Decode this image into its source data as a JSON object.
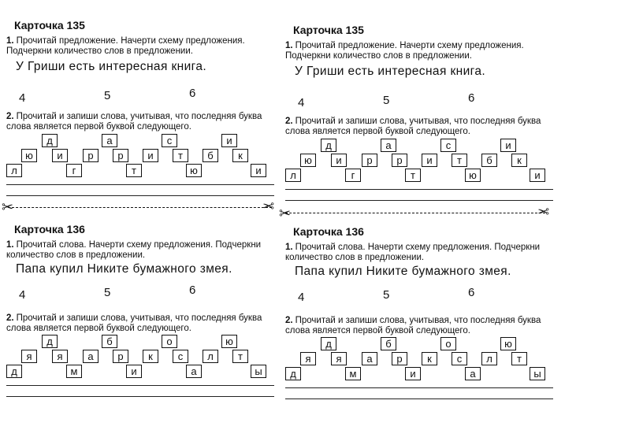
{
  "cards": [
    {
      "title": "Карточка 135",
      "task1": {
        "num": "1.",
        "text": "Прочитай предложение. Начерти схему предложения. Подчеркни количество слов в предложении."
      },
      "sentence": "У Гриши есть интересная книга.",
      "numbers": [
        "4",
        "5",
        "6"
      ],
      "task2": {
        "num": "2.",
        "text": "Прочитай и запиши слова, учитывая, что последняя буква слова является первой буквой следующего."
      },
      "letters_top": [
        "д",
        "а",
        "с",
        "и"
      ],
      "letters_mid": [
        "ю",
        "и",
        "р",
        "р",
        "и",
        "т",
        "б",
        "к"
      ],
      "letters_bot": [
        "л",
        "г",
        "т",
        "ю",
        "и"
      ]
    },
    {
      "title": "Карточка 135",
      "task1": {
        "num": "1.",
        "text": "Прочитай предложение. Начерти схему предложения. Подчеркни количество слов в предложении."
      },
      "sentence": "У Гриши есть интересная книга.",
      "numbers": [
        "4",
        "5",
        "6"
      ],
      "task2": {
        "num": "2.",
        "text": "Прочитай и запиши слова, учитывая, что последняя буква слова является первой буквой следующего."
      },
      "letters_top": [
        "д",
        "а",
        "с",
        "и"
      ],
      "letters_mid": [
        "ю",
        "и",
        "р",
        "р",
        "и",
        "т",
        "б",
        "к"
      ],
      "letters_bot": [
        "л",
        "г",
        "т",
        "ю",
        "и"
      ]
    },
    {
      "title": "Карточка 136",
      "task1": {
        "num": "1.",
        "text": "Прочитай слова. Начерти схему предложения. Подчеркни количество слов в предложении."
      },
      "sentence": "Папа купил Никите бумажного змея.",
      "numbers": [
        "4",
        "5",
        "6"
      ],
      "task2": {
        "num": "2.",
        "text": "Прочитай и запиши слова, учитывая, что последняя буква слова является первой буквой следующего."
      },
      "letters_top": [
        "д",
        "б",
        "о",
        "ю"
      ],
      "letters_mid": [
        "я",
        "я",
        "а",
        "р",
        "к",
        "с",
        "л",
        "т"
      ],
      "letters_bot": [
        "д",
        "м",
        "и",
        "а",
        "ы"
      ]
    },
    {
      "title": "Карточка 136",
      "task1": {
        "num": "1.",
        "text": "Прочитай слова. Начерти схему предложения. Подчеркни количество слов в предложении."
      },
      "sentence": "Папа купил Никите бумажного змея.",
      "numbers": [
        "4",
        "5",
        "6"
      ],
      "task2": {
        "num": "2.",
        "text": "Прочитай и запиши слова, учитывая, что последняя буква слова является первой буквой следующего."
      },
      "letters_top": [
        "д",
        "б",
        "о",
        "ю"
      ],
      "letters_mid": [
        "я",
        "я",
        "а",
        "р",
        "к",
        "с",
        "л",
        "т"
      ],
      "letters_bot": [
        "д",
        "м",
        "и",
        "а",
        "ы"
      ]
    }
  ],
  "icons": {
    "cut": "scissors-icon"
  }
}
